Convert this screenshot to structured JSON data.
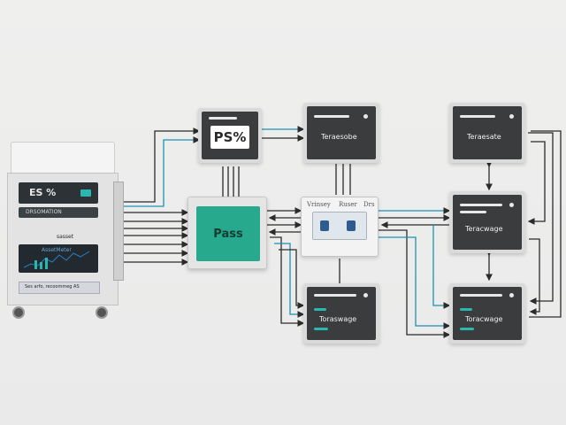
{
  "cabinet": {
    "screen_title": "ES %",
    "bar_label": "DRSOMATION",
    "mid_label": "sasset",
    "graph_label": "AssetMeter",
    "bottom_label": "Ses arfo, recoommeg AS"
  },
  "ps_box": {
    "text": "PS%"
  },
  "pass_box": {
    "text": "Pass"
  },
  "switch": {
    "labels": [
      "Vrinsey",
      "Ruser",
      "Drs"
    ]
  },
  "cards": {
    "top_mid": "Teraesobe",
    "top_right": "Teraesate",
    "mid_right": "Teracwage",
    "bottom_mid": "Toraswage",
    "bottom_right": "Toracwage"
  },
  "colors": {
    "wire_teal": "#1f8fb5",
    "wire_dark": "#2b2b2b",
    "accent_green": "#26a98c"
  }
}
